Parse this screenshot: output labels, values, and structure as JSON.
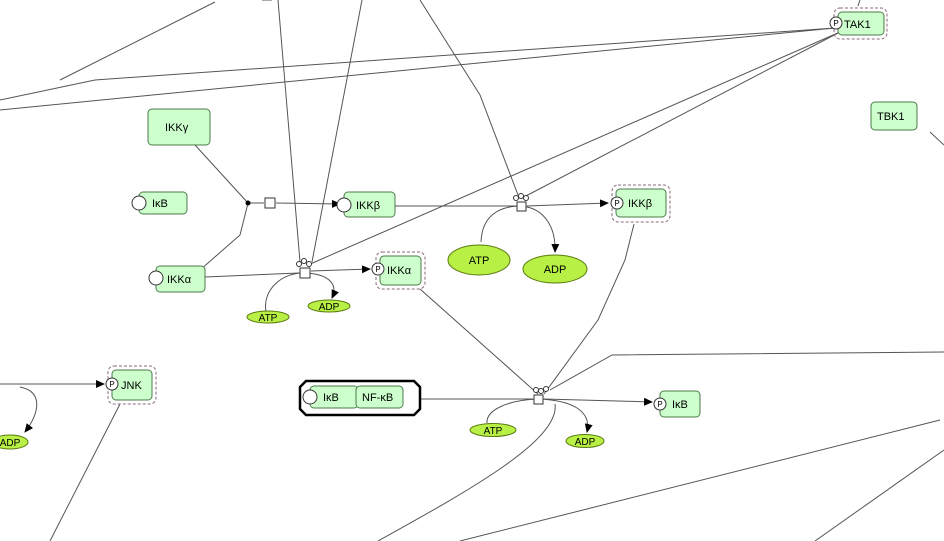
{
  "nodes": {
    "tak1": "TAK1",
    "tbk1": "TBK1",
    "ikkg": "IKKγ",
    "ikb_left": "IκB",
    "ikkb": "IKKβ",
    "ikkb_p": "IKKβ",
    "ikka": "IKKα",
    "ikka_p": "IKKα",
    "jnk": "JNK",
    "complex_ikb": "IκB",
    "complex_nfkb": "NF-κB",
    "ikb_p": "IκB"
  },
  "metabolites": {
    "atp_center": "ATP",
    "adp_center": "ADP",
    "atp_left": "ATP",
    "adp_left": "ADP",
    "atp_bottom": "ATP",
    "adp_bottom": "ADP",
    "adp_edge": "ADP"
  },
  "state_label": "P",
  "colors": {
    "node_fill": "#ccffcc",
    "metabolite_fill": "#b8f045"
  }
}
